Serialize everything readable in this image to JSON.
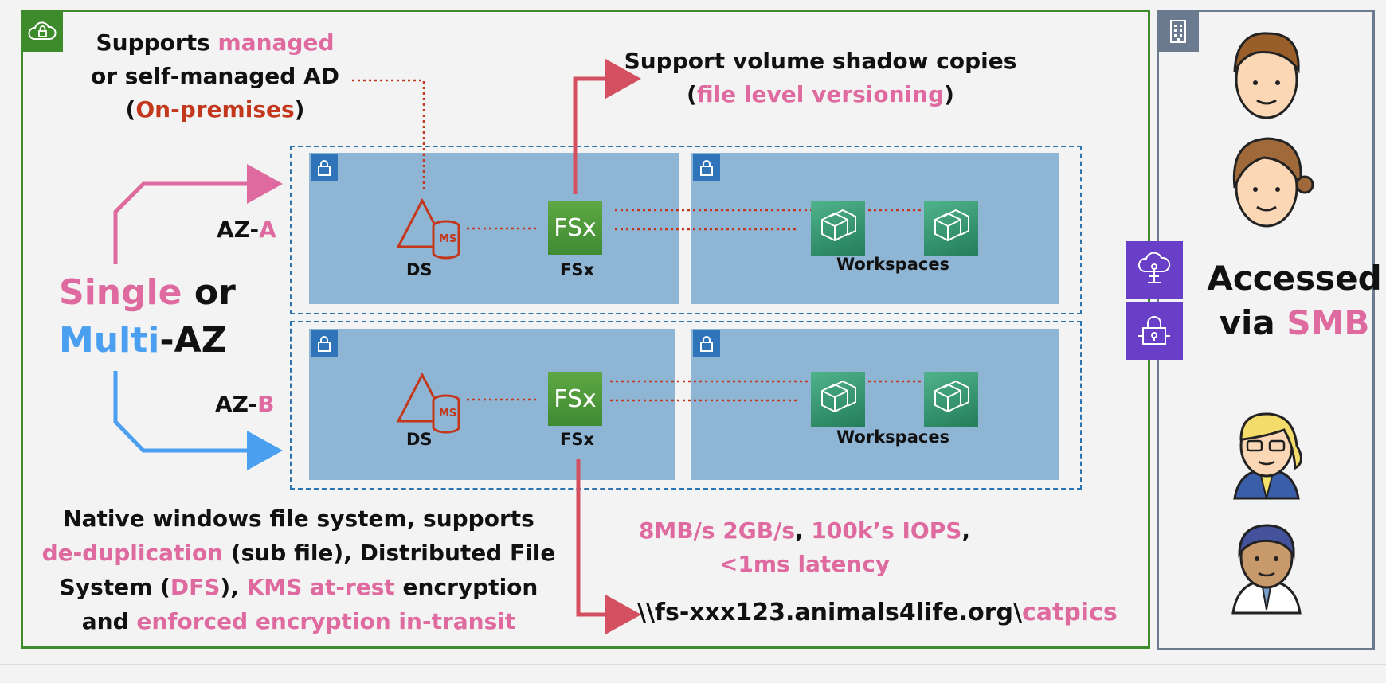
{
  "colors": {
    "green": "#3d8b2b",
    "pink": "#df6a9f",
    "blue": "#4a9ff0",
    "red": "#c3371d",
    "purple": "#6a3fc8",
    "slate": "#6b7a8f"
  },
  "ad_note": {
    "l1a": "Supports ",
    "l1b": "managed",
    "l2": "or self-managed AD",
    "l3a": "(",
    "l3b": "On-premises",
    "l3c": ")"
  },
  "vss_note": {
    "l1": "Support volume shadow copies",
    "l2a": "(",
    "l2b": "file level versioning",
    "l2c": ")"
  },
  "az": {
    "a_prefix": "AZ-",
    "a_letter": "A",
    "b_prefix": "AZ-",
    "b_letter": "B"
  },
  "deployment": {
    "single": "Single",
    "or": " or",
    "multi": "Multi",
    "az": "-AZ"
  },
  "labels": {
    "ds": "DS",
    "fsx": "FSx",
    "workspaces": "Workspaces",
    "ms": "MS",
    "fsx_logo": "FSx"
  },
  "features": {
    "l1": "Native windows file system, supports",
    "l2a": "de-duplication",
    "l2b": " (sub file), Distributed File",
    "l3a": "System (",
    "l3b": "DFS",
    "l3c": "), ",
    "l3d": "KMS at-rest",
    "l3e": " encryption",
    "l4a": "and ",
    "l4b": "enforced encryption in-transit"
  },
  "perf": {
    "l1a": "8MB/s 2GB/s",
    "l1b": ", ",
    "l1c": "100k’s IOPS",
    "l1d": ",",
    "l2": "<1ms latency"
  },
  "share_path": {
    "prefix": "\\\\fs-xxx123.animals4life.org\\",
    "share": "catpics"
  },
  "access": {
    "l1": "Accessed",
    "l2a": "via ",
    "l2b": "SMB"
  }
}
